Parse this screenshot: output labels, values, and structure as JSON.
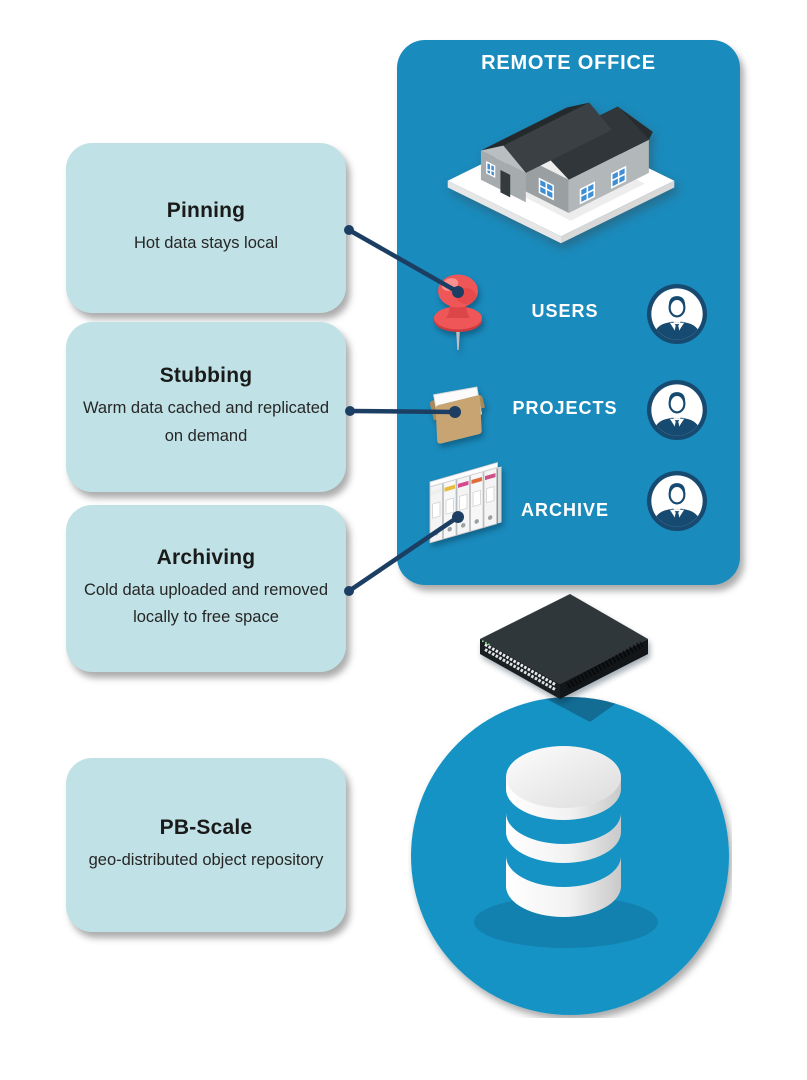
{
  "colors": {
    "panel_blue": "#1a8bbd",
    "circle_blue": "#1593c5",
    "card_teal": "#c0e1e5",
    "navy": "#174a70",
    "line_navy": "#1c3e63",
    "label_white": "#ffffff",
    "heading_dark": "#1a1a1a",
    "body_dark": "#262626",
    "pin_red": "#ef5658",
    "folder_tan": "#c7a471",
    "page_bg": "#ffffff"
  },
  "remote_office": {
    "title": "REMOTE OFFICE",
    "rows": [
      {
        "label": "USERS",
        "icon": "pushpin-icon"
      },
      {
        "label": "PROJECTS",
        "icon": "folder-icon"
      },
      {
        "label": "ARCHIVE",
        "icon": "archive-binders-icon"
      }
    ]
  },
  "features": [
    {
      "title": "Pinning",
      "description": "Hot data stays local"
    },
    {
      "title": "Stubbing",
      "description": "Warm data cached and replicated on demand"
    },
    {
      "title": "Archiving",
      "description": "Cold data uploaded and removed locally to free space"
    },
    {
      "title": "PB-Scale",
      "description": "geo-distributed object repository"
    }
  ],
  "icons": {
    "house": "house-icon",
    "user_avatar": "user-avatar-icon",
    "pushpin": "pushpin-icon",
    "folder": "folder-icon",
    "binders": "archive-binders-icon",
    "network_switch": "network-switch-icon",
    "database": "database-icon"
  }
}
